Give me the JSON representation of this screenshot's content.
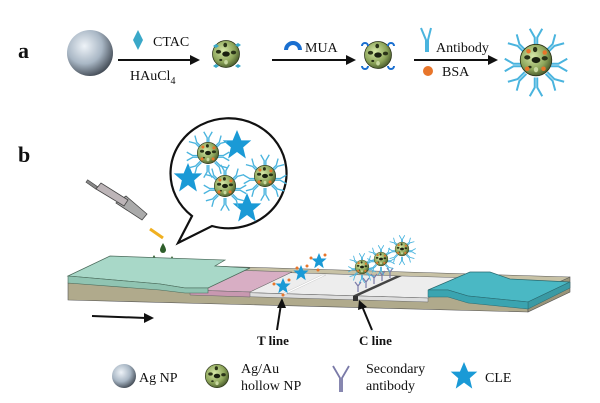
{
  "figure": {
    "panel_a": {
      "label": "a",
      "steps": [
        {
          "reagent_top": "CTAC",
          "reagent_bottom": "HAuCl",
          "reagent_bottom_subscript": "4"
        },
        {
          "reagent_top": "MUA"
        },
        {
          "reagent_top": "Antibody",
          "reagent_bottom": "BSA"
        }
      ]
    },
    "panel_b": {
      "label": "b",
      "t_line_label": "T line",
      "c_line_label": "C line"
    },
    "legend": [
      {
        "icon": "ag-np-sphere-icon",
        "label": "Ag NP"
      },
      {
        "icon": "ag-au-hollow-np-icon",
        "label_line1": "Ag/Au",
        "label_line2": "hollow NP"
      },
      {
        "icon": "secondary-antibody-icon",
        "label_line1": "Secondary",
        "label_line2": "antibody"
      },
      {
        "icon": "star-icon",
        "label": "CLE"
      }
    ],
    "colors": {
      "ag_np": "#b8c6d4",
      "hollow_np": "#8fa860",
      "ctac": "#3aa8c8",
      "mua": "#1a6fd0",
      "antibody": "#4ab4de",
      "bsa": "#e8752a",
      "cle_star": "#1a9ad6",
      "sample_pad": "#a8d8c8",
      "conjugate_pad": "#d8aec4",
      "membrane": "#ececec",
      "absorbent_pad": "#4ab8c4",
      "backing": "#b0aa8c",
      "secondary_antibody": "#7a7aa8",
      "droplet": "#2e5e2a"
    }
  }
}
